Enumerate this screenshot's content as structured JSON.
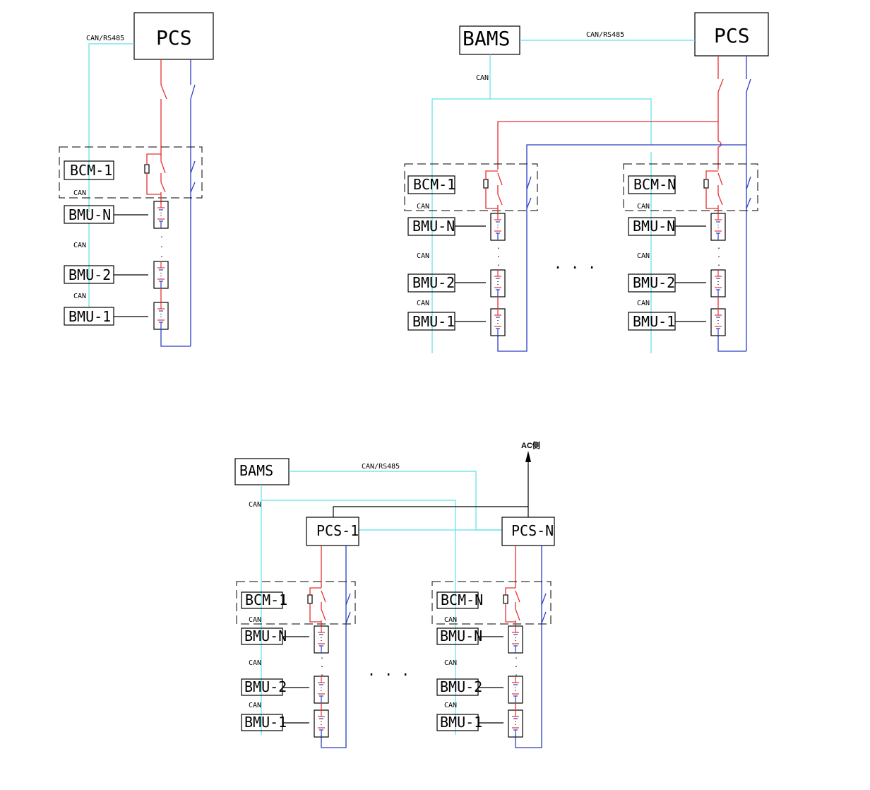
{
  "labels": {
    "pcs": "PCS",
    "bams": "BAMS",
    "pcs_1": "PCS-1",
    "pcs_n": "PCS-N",
    "bcm_1": "BCM-1",
    "bcm_n": "BCM-N",
    "bmu_n": "BMU-N",
    "bmu_2": "BMU-2",
    "bmu_1": "BMU-1",
    "can": "CAN",
    "can_rs485": "CAN/RS485",
    "ac": "AC侧",
    "ellipsis": ". . ."
  }
}
